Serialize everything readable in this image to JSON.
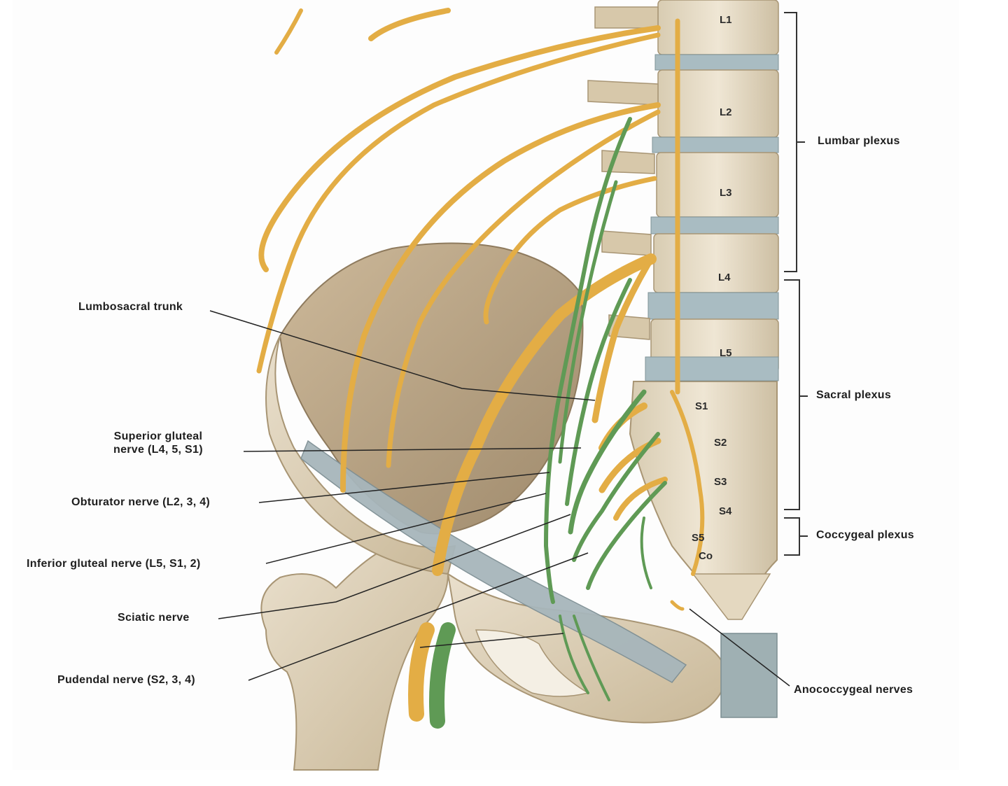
{
  "vertebra_labels": {
    "l1": "L1",
    "l2": "L2",
    "l3": "L3",
    "l4": "L4",
    "l5": "L5",
    "s1": "S1",
    "s2": "S2",
    "s3": "S3",
    "s4": "S4",
    "s5": "S5",
    "co": "Co"
  },
  "left_labels": {
    "lumbosacral_trunk": "Lumbosacral trunk",
    "superior_gluteal_line1": "Superior gluteal",
    "superior_gluteal_line2": "nerve (L4, 5, S1)",
    "obturator": "Obturator nerve (L2, 3, 4)",
    "inferior_gluteal": "Inferior gluteal nerve (L5, S1, 2)",
    "sciatic": "Sciatic nerve",
    "pudendal": "Pudendal nerve (S2, 3, 4)"
  },
  "right_labels": {
    "lumbar_plexus": "Lumbar plexus",
    "sacral_plexus": "Sacral plexus",
    "coccygeal_plexus": "Coccygeal plexus",
    "anococcygeal": "Anococcygeal nerves"
  },
  "colors": {
    "nerve_yellow": "#e8b24a",
    "nerve_green": "#5f9a55",
    "bone": "#d9cbb0",
    "disc": "#a9bcc2",
    "leader": "#222222"
  }
}
